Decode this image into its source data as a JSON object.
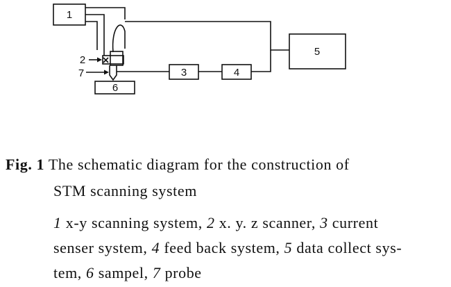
{
  "diagram": {
    "box_labels": [
      "1",
      "2",
      "3",
      "4",
      "5",
      "6",
      "7"
    ]
  },
  "caption": {
    "fig_label": "Fig. 1",
    "title_line1": "The schematic diagram for the construction of",
    "title_line2": "STM scanning system",
    "legend": [
      {
        "num": "1",
        "text": "x-y scanning system,"
      },
      {
        "num": "2",
        "text": "x. y. z scanner,"
      },
      {
        "num": "3",
        "text": "current"
      },
      {
        "num": "",
        "text": "senser system,"
      },
      {
        "num": "4",
        "text": "feed back system,"
      },
      {
        "num": "5",
        "text": "data collect sys-"
      },
      {
        "num": "",
        "text": "tem,"
      },
      {
        "num": "6",
        "text": "sampel,"
      },
      {
        "num": "7",
        "text": "probe"
      }
    ]
  }
}
